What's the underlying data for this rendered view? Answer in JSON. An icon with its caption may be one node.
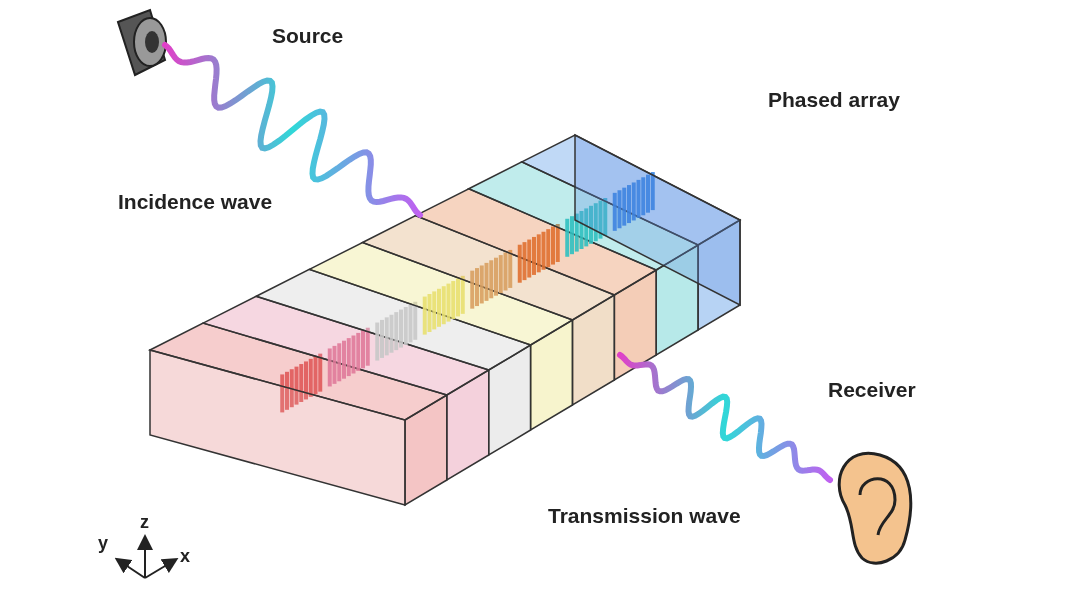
{
  "diagram": {
    "labels": [
      "Source",
      "Phased array",
      "Incidence wave",
      "Receiver",
      "Transmission wave",
      "z",
      "y",
      "x"
    ]
  }
}
